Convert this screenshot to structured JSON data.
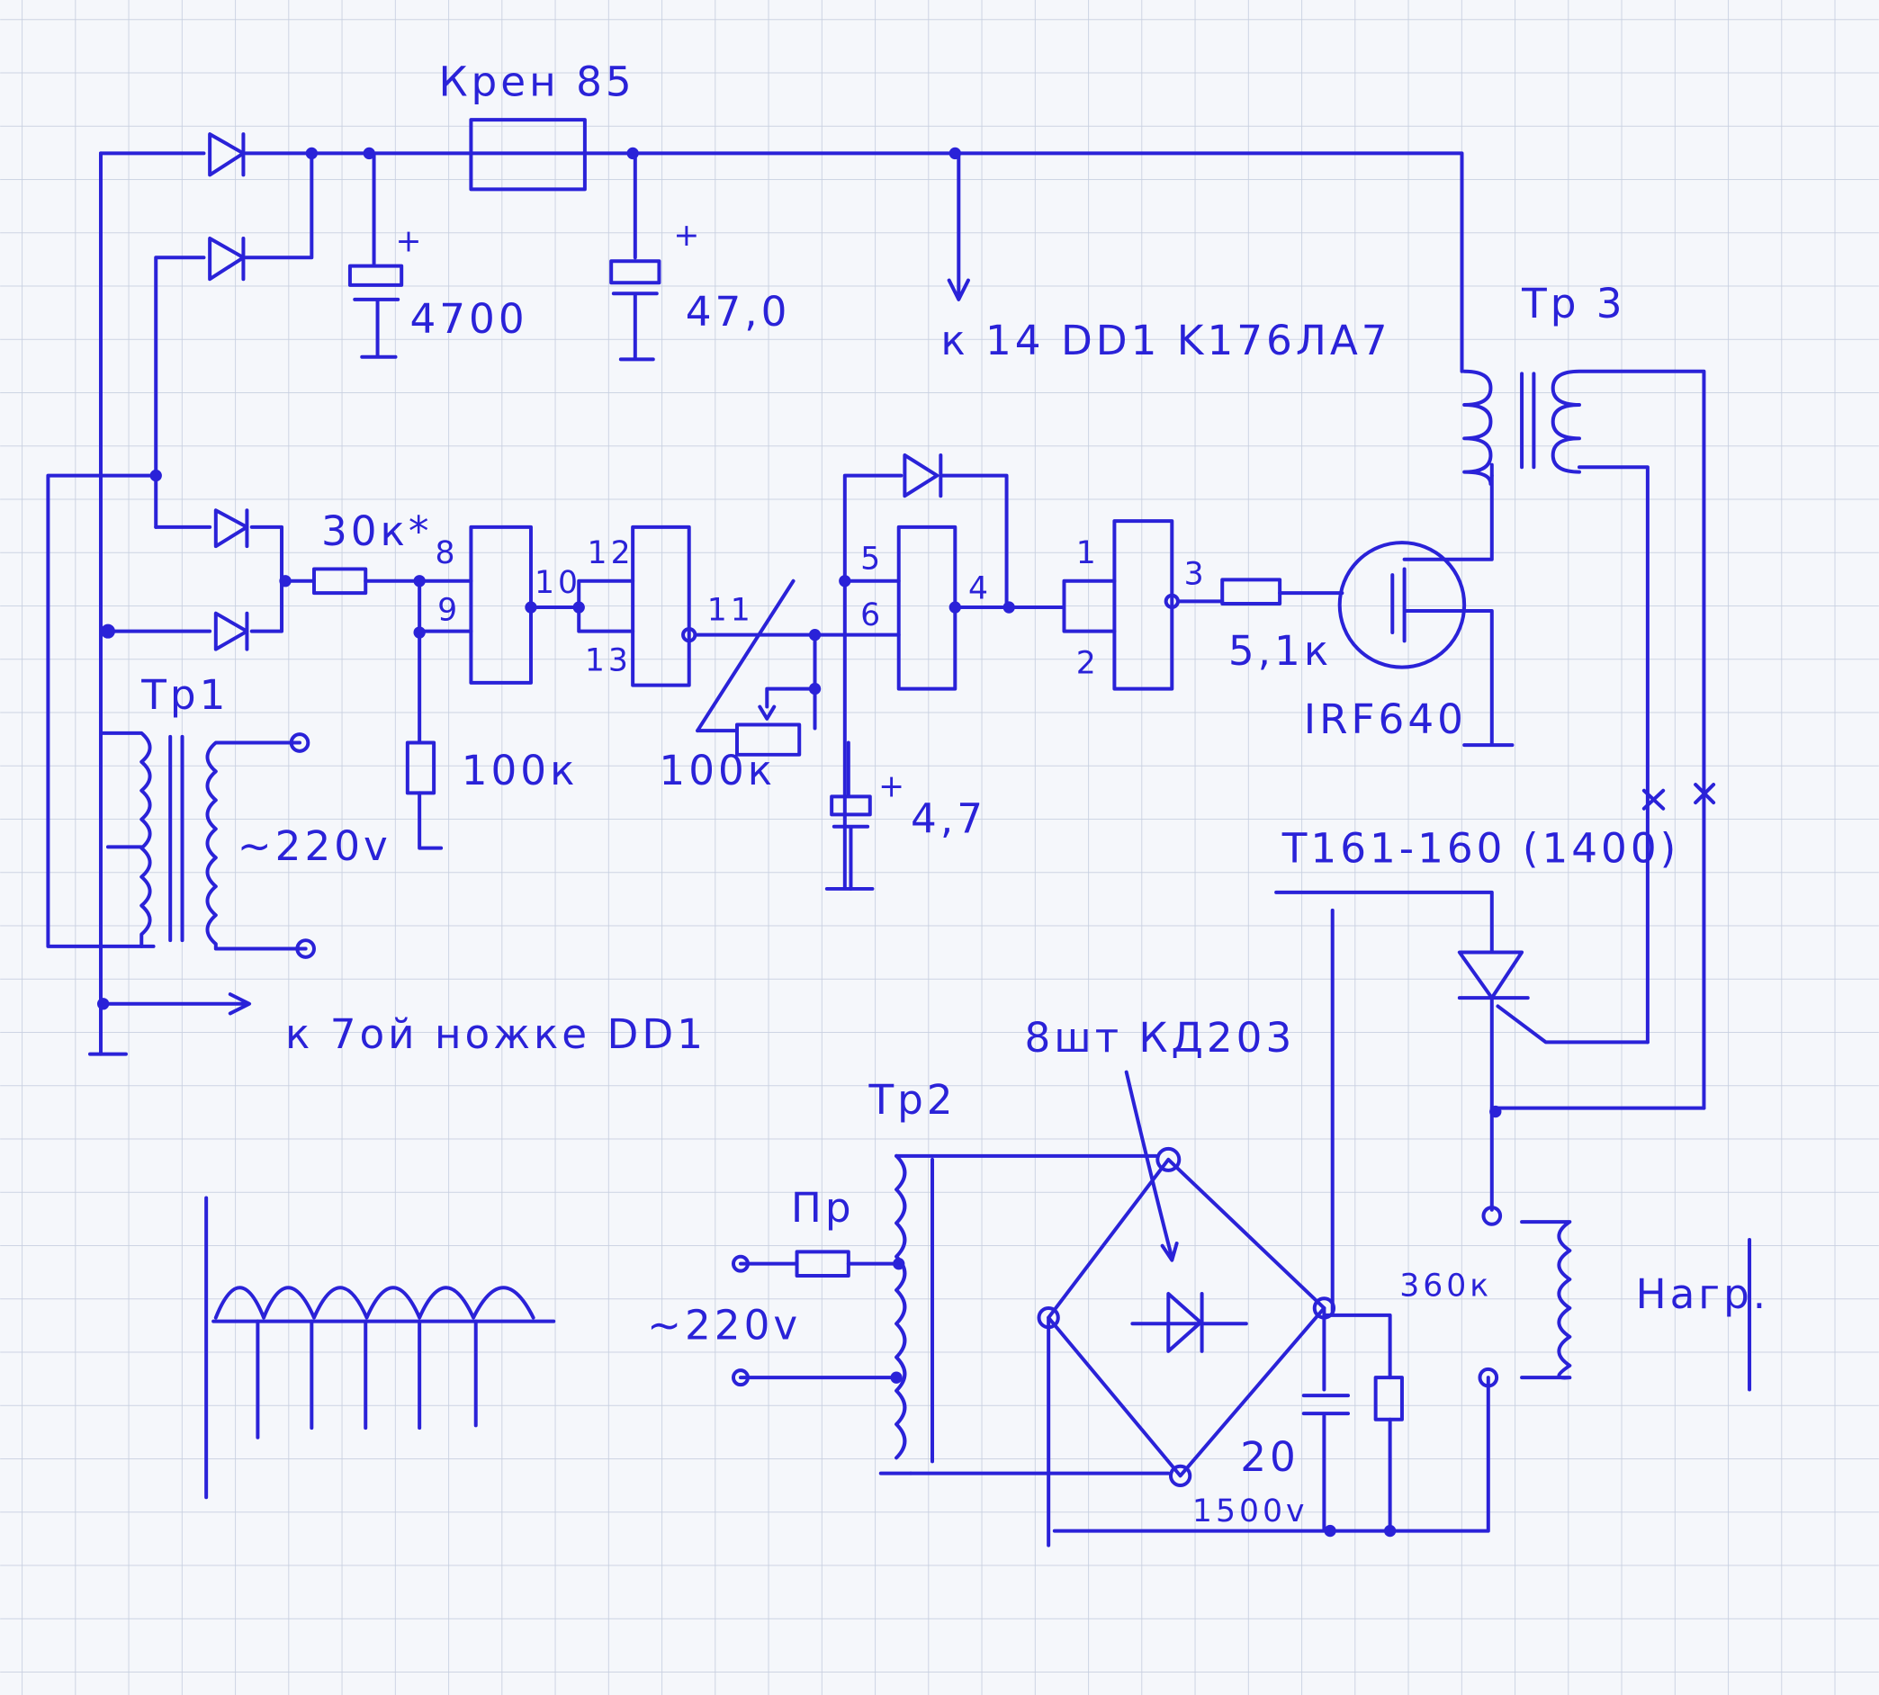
{
  "regulator": {
    "label": "Крен 85"
  },
  "caps": {
    "c1": "4700",
    "c2": "47,0",
    "c3": "4,7",
    "c4_value": "20",
    "c4_voltage": "1500v"
  },
  "supply_note": "к 14 DD1 K176ЛА7",
  "ground_note": "к 7ой ножке DD1",
  "transformers": {
    "tr1": "Тр1",
    "tr2": "Тр2",
    "tr3": "Тр 3"
  },
  "resistors": {
    "r1": "30к*",
    "r2": "100к",
    "pot": "100к",
    "r_gate": "5,1к",
    "r_load": "360к"
  },
  "pins": {
    "p8": "8",
    "p9": "9",
    "p10": "10",
    "p12": "12",
    "p13": "13",
    "p11": "11",
    "p5": "5",
    "p6": "6",
    "p4": "4",
    "p1": "1",
    "p2": "2",
    "p3": "3"
  },
  "transistor": "IRF640",
  "thyristor": "T161-160 (1400)",
  "mains": {
    "tr1_input": "~220v",
    "tr2_input": "~220v"
  },
  "fuse": "Пр",
  "bridge": "8шт КД203",
  "load": "Нагр."
}
